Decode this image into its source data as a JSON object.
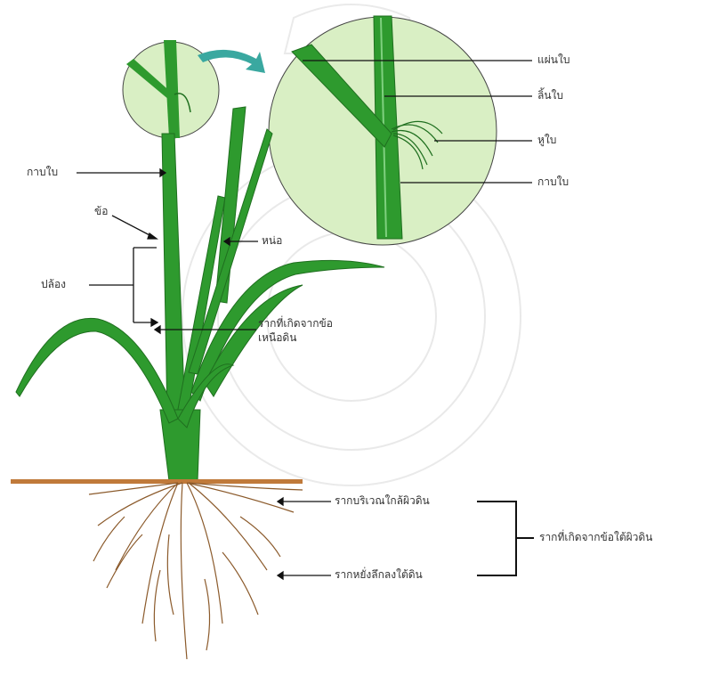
{
  "labels": {
    "leaf_blade": "แผ่นใบ",
    "ligule": "ลิ้นใบ",
    "auricle": "หูใบ",
    "leaf_sheath_zoom": "กาบใบ",
    "leaf_sheath": "กาบใบ",
    "node": "ข้อ",
    "tiller": "หน่อ",
    "internode": "ปล้อง",
    "aerial_roots_line1": "รากที่เกิดจากข้อ",
    "aerial_roots_line2": "เหนือดิน",
    "surface_roots": "รากบริเวณใกล้ผิวดิน",
    "deep_roots": "รากหยั่งลึกลงใต้ดิน",
    "adventitious_roots": "รากที่เกิดจากข้อใต้ผิวดิน"
  },
  "colors": {
    "leaf": "#2e9a2e",
    "leaf_dark": "#1f6f1f",
    "zoom_bg": "#d9efc4",
    "ground": "#c07a3a",
    "root": "#8b5a2b",
    "arrow": "#3aa8a0",
    "line": "#111111"
  }
}
